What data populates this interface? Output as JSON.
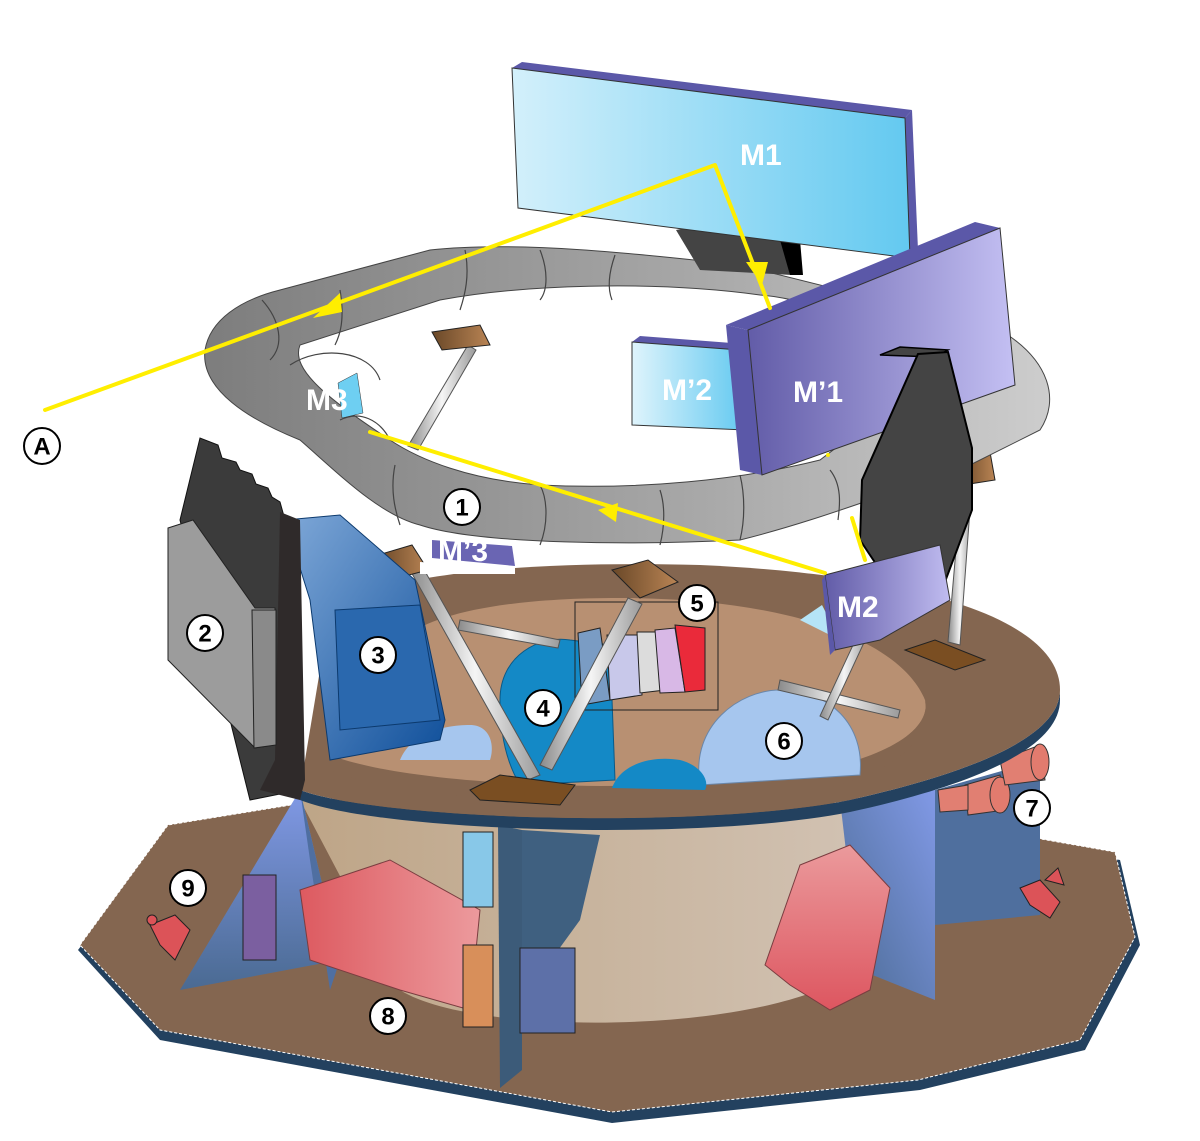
{
  "figure": {
    "mirrors": {
      "m1": "M1",
      "m1_prime": "M’1",
      "m2": "M2",
      "m2_prime": "M’2",
      "m3": "M3",
      "m3_prime": "M’3"
    },
    "callouts": {
      "a": "A",
      "n1": "1",
      "n2": "2",
      "n3": "3",
      "n4": "4",
      "n5": "5",
      "n6": "6",
      "n7": "7",
      "n8": "8",
      "n9": "9"
    },
    "colors": {
      "light_path": "#ffee00",
      "mirror_cyan": "#6ecff2",
      "mirror_violet": "#6a65b3",
      "mirror_edge": "#5a56a6",
      "optical_bench": "#9a9a9a",
      "platform_brown": "#846650",
      "platform_edge": "#23415f",
      "inner_wall": "#c2a78a",
      "panel_blue": "#7b95dc",
      "radiator_dark": "#3b3b3b",
      "box_red": "#e0626a",
      "tank_blue": "#a6c6ee",
      "cryostat_blue": "#1489c6",
      "strut_gray": "#cfcfcf",
      "mount_brown": "#7a4e22"
    }
  }
}
